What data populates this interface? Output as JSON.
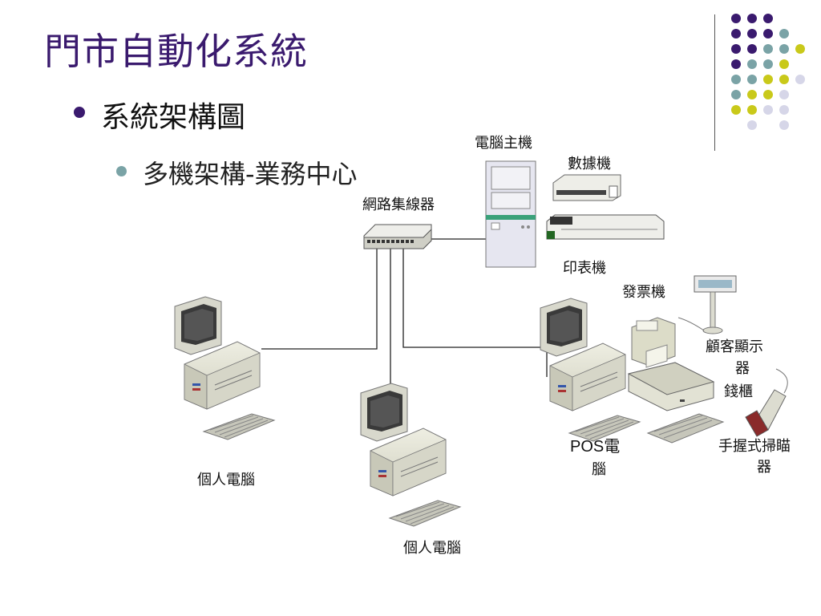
{
  "slide": {
    "title": "門市自動化系統",
    "bullet_level1": "系統架構圖",
    "bullet_level2": "多機架構-業務中心"
  },
  "devices": {
    "host": "電腦主機",
    "data_machine": "數據機",
    "hub": "網路集線器",
    "printer": "印表機",
    "invoice": "發票機",
    "customer_display_1": "顧客顯示",
    "customer_display_2": "器",
    "cash_drawer": "錢櫃",
    "pos_1": "POS電",
    "pos_2": "腦",
    "scanner_1": "手握式掃瞄",
    "scanner_2": "器",
    "pc_left": "個人電腦",
    "pc_center": "個人電腦"
  },
  "colors": {
    "title": "#3a1a6e",
    "purple": "#3a1a6e",
    "teal": "#7aa3a6",
    "yellow": "#c9c91a",
    "lavender": "#d6d6e8"
  }
}
